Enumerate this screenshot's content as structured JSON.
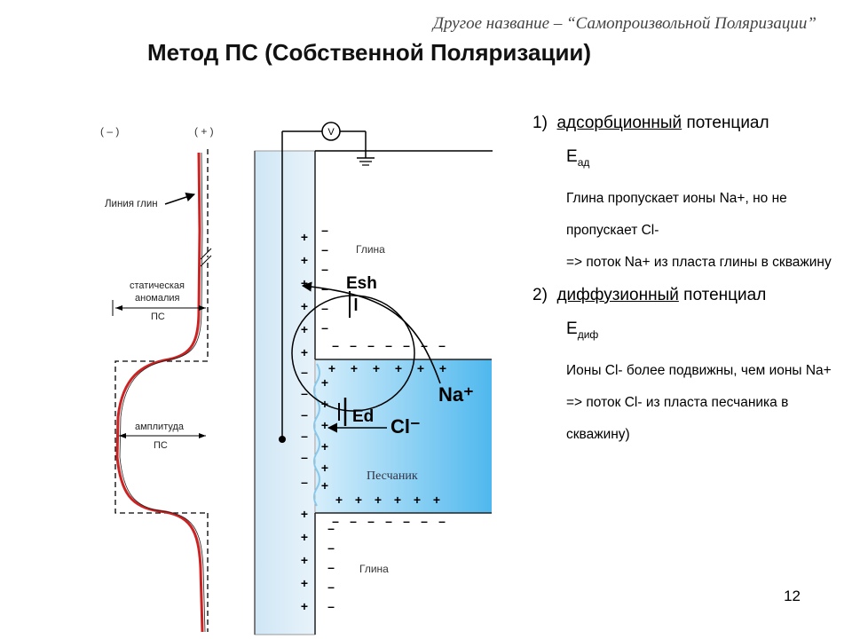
{
  "header": {
    "subtitle": "Другое название – “Самопроизвольной Поляризации”",
    "title": "Метод ПС (Собственной Поляризации)"
  },
  "diagram": {
    "neg_sign": "( – )",
    "pos_sign": "( + )",
    "volt_label": "V",
    "clay_line_label": "Линия глин",
    "static_label_1": "статическая",
    "static_label_2": "аномалия",
    "static_label_3": "ПС",
    "ampl_label_1": "амплитуда",
    "ampl_label_2": "ПС",
    "clay_top_label": "Глина",
    "clay_bottom_label": "Глина",
    "sand_label": "Песчаник",
    "esh_label": "Esh",
    "ed_label": "Ed",
    "na_label": "Na⁺",
    "cl_label": "Cl⁻",
    "plus": "+",
    "minus": "–",
    "colors": {
      "curve": "#cc2222",
      "borehole_fill": "#ddeef8",
      "sand_light": "#bfe4fa",
      "sand_dark": "#4fb8ee"
    }
  },
  "content": {
    "item1_num": "1)",
    "item1_term": "адсорбционный",
    "item1_rest": " потенциал",
    "item1_sym": "Е",
    "item1_sub": "ад",
    "item1_p1": "Глина пропускает ионы Na+, но не пропускает Cl-",
    "item1_p2": "=> поток Na+ из пласта глины в скважину",
    "item2_num": "2)",
    "item2_term": "диффузионный",
    "item2_rest": " потенциал",
    "item2_sym": "Е",
    "item2_sub": "диф",
    "item2_p1": "Ионы Cl- более подвижны, чем ионы Na+",
    "item2_p2": "=> поток Cl- из пласта песчаника в скважину)"
  },
  "page_number": "12"
}
